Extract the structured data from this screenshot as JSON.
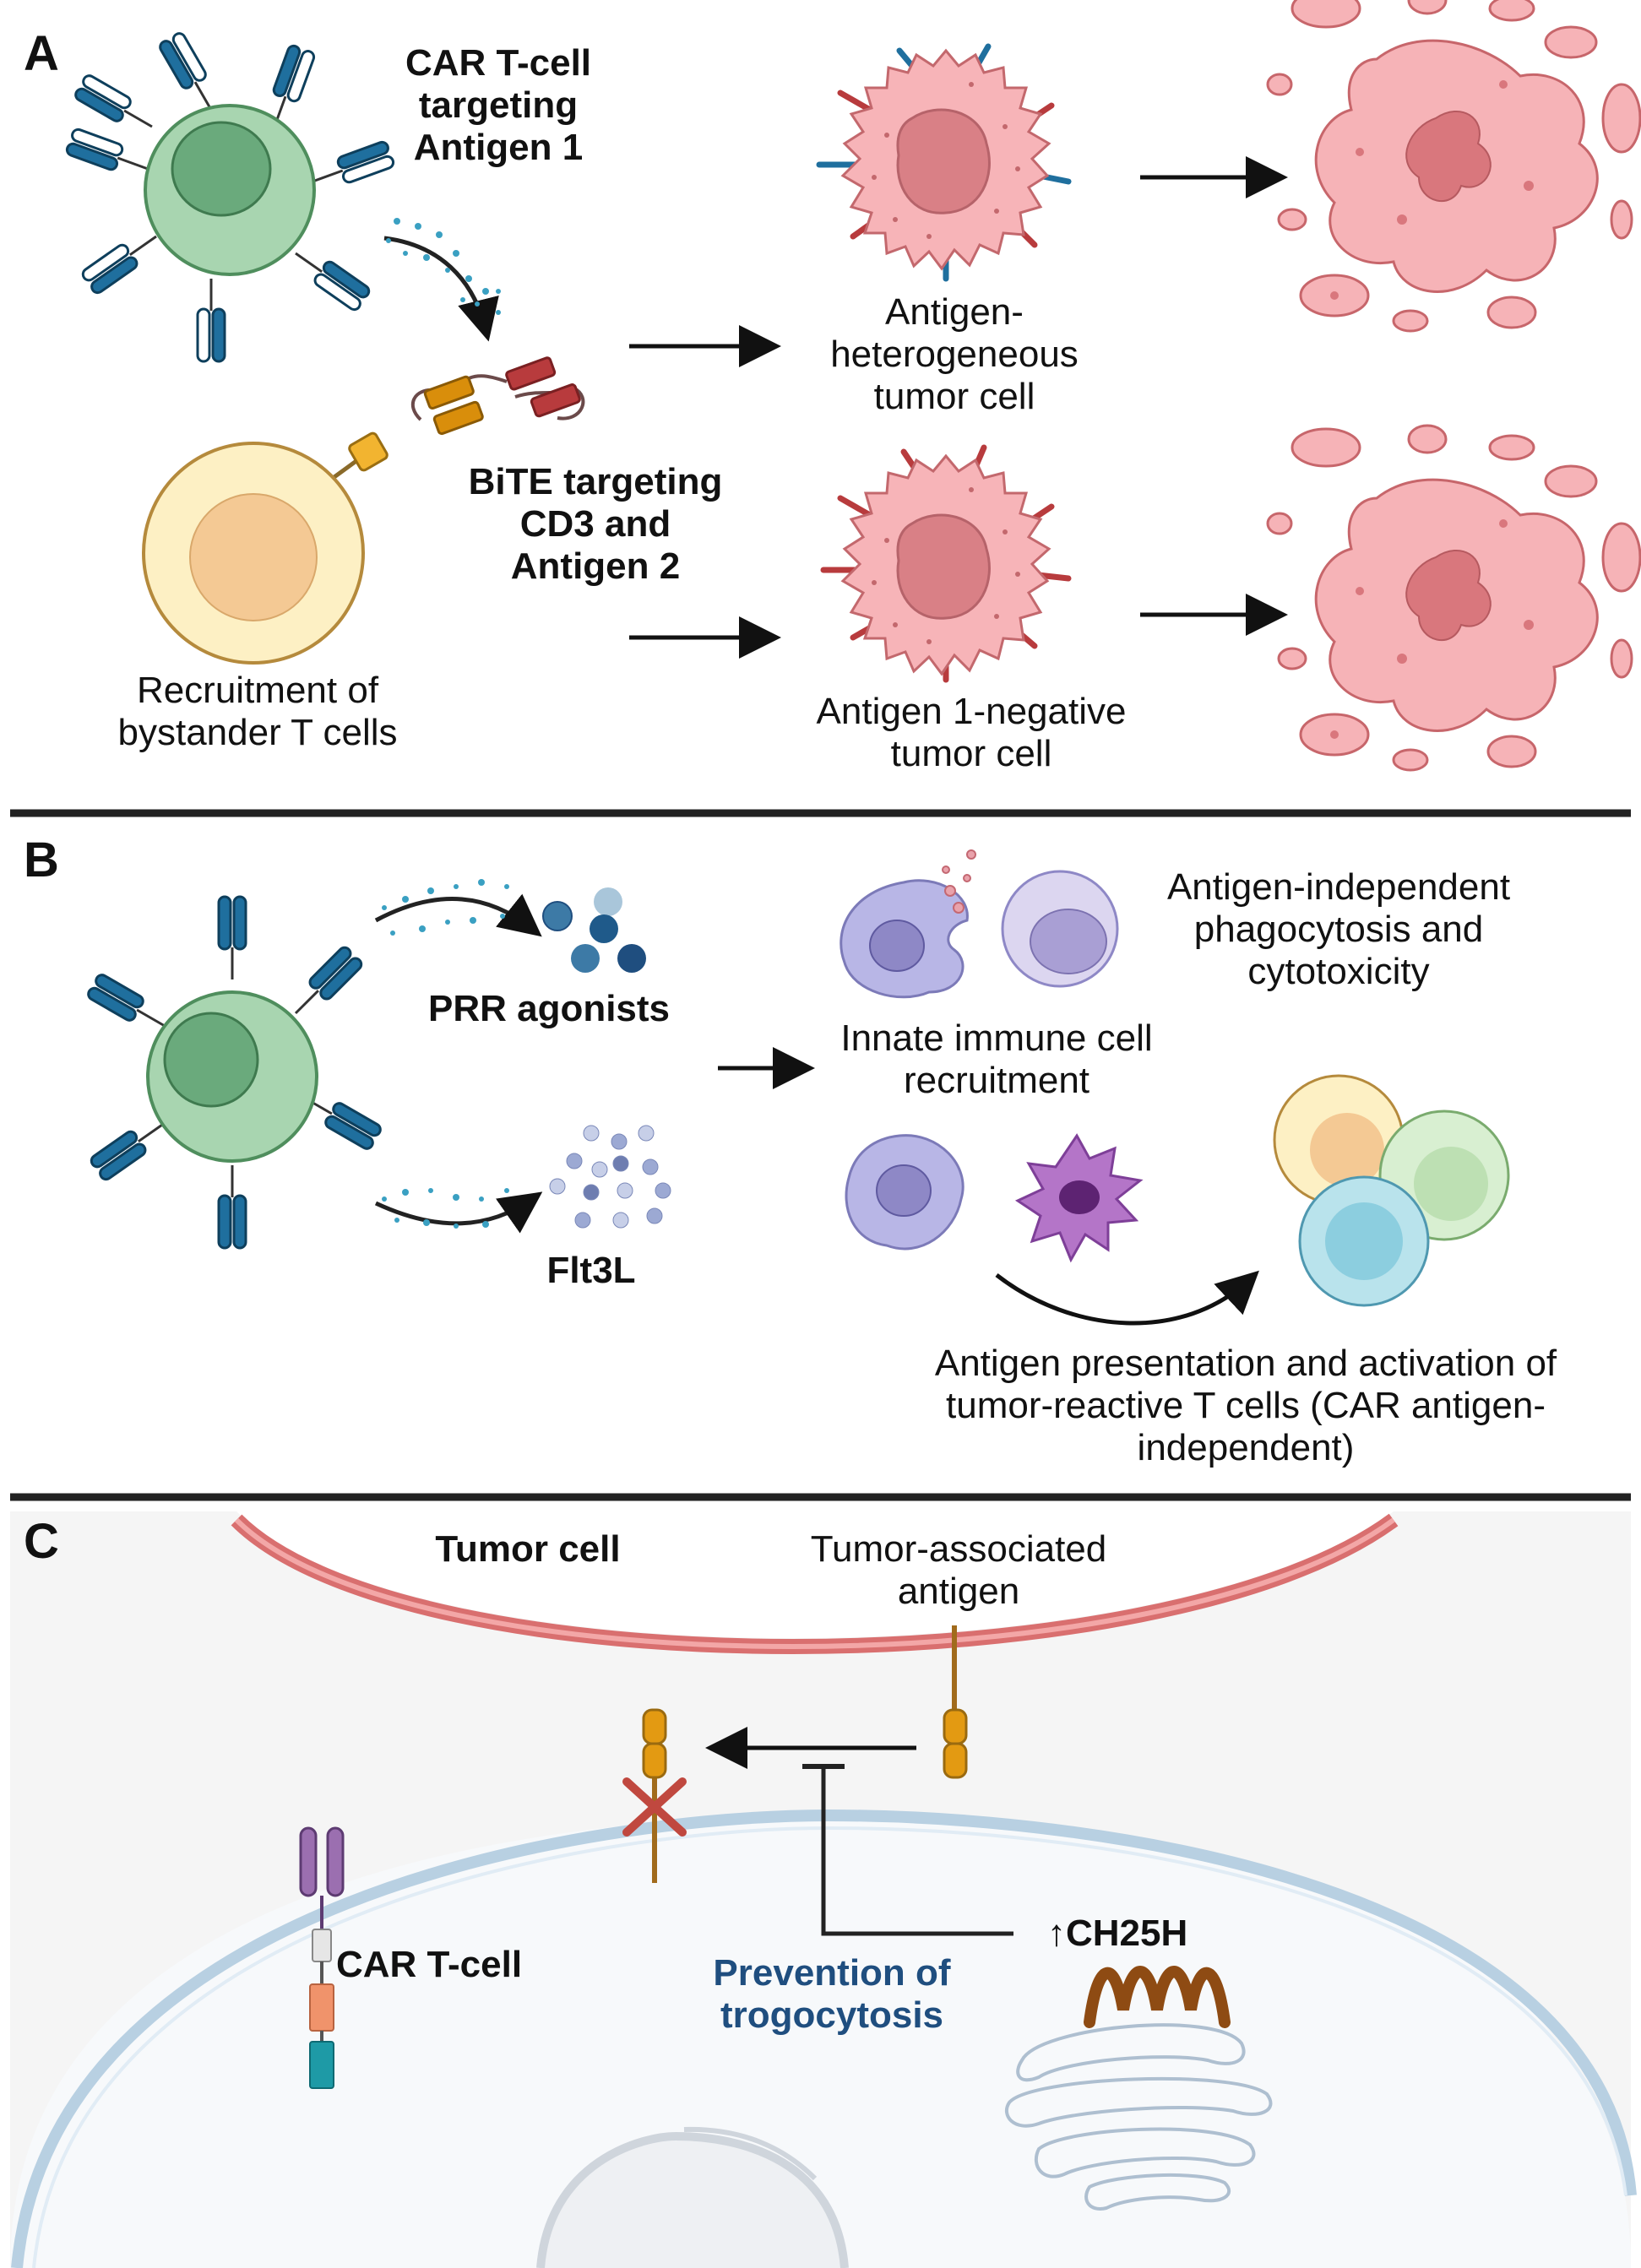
{
  "panels": {
    "a": {
      "letter": "A",
      "car_label": "CAR T-cell targeting Antigen 1",
      "bite_label": "BiTE targeting CD3 and Antigen 2",
      "bystander_label": "Recruitment of bystander T cells",
      "hetero_label": "Antigen-heterogeneous tumor cell",
      "negative_label": "Antigen 1-negative tumor cell"
    },
    "b": {
      "letter": "B",
      "prr_label": "PRR agonists",
      "flt3l_label": "Flt3L",
      "innate_label": "Innate immune cell recruitment",
      "phago_label": "Antigen-independent phagocytosis and cytotoxicity",
      "presentation_label": "Antigen presentation and activation of tumor-reactive T cells (CAR antigen-independent)"
    },
    "c": {
      "letter": "C",
      "tumor_cell_label": "Tumor cell",
      "taa_label": "Tumor-associated antigen",
      "car_label": "CAR T-cell",
      "prevention_label": "Prevention of trogocytosis",
      "ch25h_label": "↑CH25H"
    }
  },
  "colors": {
    "car_t_cell": "#a8d5b0",
    "car_receptor": "#1f6f9e",
    "bystander_cell": "#fdf0c4",
    "tumor_cell": "#f3a9ad",
    "bite_orange": "#d98e0b",
    "bite_red": "#b83b3d",
    "prevention_text": "#1f4e7f",
    "tumor_membrane": "#d96f6f",
    "t_cell_membrane": "#b8d0e2"
  }
}
